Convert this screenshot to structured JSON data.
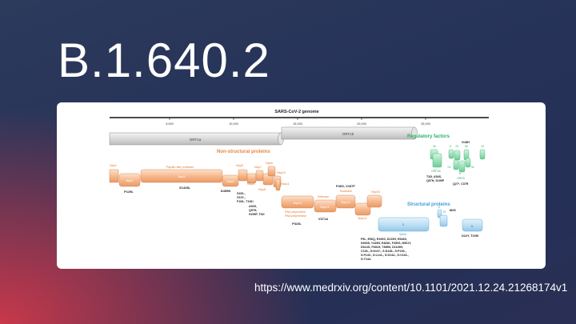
{
  "slide": {
    "title": "B.1.640.2",
    "source_url": "https://www.medrxiv.org/content/10.1101/2021.12.24.21268174v1"
  },
  "figure": {
    "genome_title": "SARS-CoV-2 genome",
    "axis_ticks": [
      "5,000",
      "10,000",
      "15,000",
      "20,000",
      "25,000"
    ],
    "orf1a": "ORF1a",
    "orf1b": "ORF1b",
    "nsp_heading": "Non-structural proteins",
    "nsp": {
      "nsp1": "Nsp1",
      "nsp2": "Nsp2",
      "nsp3": "Nsp3",
      "nsp4": "Nsp4",
      "nsp5": "Nsp5",
      "nsp6": "Nsp6",
      "nsp7": "Nsp7",
      "nsp8": "Nsp8",
      "nsp9": "Nsp9",
      "nsp10": "Nsp10",
      "nsp11": "Nsp11",
      "nsp12": "Nsp12",
      "nsp13": "Nsp13",
      "nsp14": "Nsp14",
      "nsp15": "Nsp15",
      "nsp16": "Nsp16"
    },
    "nsp_notes": {
      "papain": "Papain-like protease",
      "helicase": "Helicase",
      "nuclease": "Nuclease",
      "rdrp_1": "RNA-dependent",
      "rdrp_2": "RNA polymerase"
    },
    "mutations": {
      "nsp2": "P129L",
      "nsp3": "S1428L",
      "nsp4": "D459N",
      "nsp6": [
        "S106-,",
        "G107-,",
        "F108-, T181I"
      ],
      "nsp8": [
        "A54S,",
        "Q57H,",
        "S195P, T32I"
      ],
      "nsp12": "P323L",
      "nsp13": "V371A",
      "nsp14": [
        "P46S, V437F"
      ]
    },
    "regulatory_heading": "Regulatory factors",
    "regulatory": {
      "g18h": "G18H",
      "labels": [
        "3b",
        "6",
        "7b",
        "9b",
        "10",
        "ORF3a",
        "7a",
        "8",
        "9c",
        "ORF8"
      ],
      "orf3a_mut": [
        "T32I, A54S,",
        "Q57H, S195P"
      ],
      "orf8_mut": [
        "Q27*, C37R"
      ]
    },
    "structural_heading": "Structural proteins",
    "structural": {
      "s": "S",
      "spike": "Spike",
      "e": "E",
      "m": "M",
      "n": "N",
      "m_mut": "I82S",
      "n_mut": "D22Y, T205I",
      "spike_mut": [
        "P9L,   E96Q,   R190S,  D215H,  R346S,",
        "N394S, Y449N, E484K, F490S, N501Y,",
        "D614G, P681H, T859N, D1139H,",
        "C136-,  S:N137-,  S:D138-,  S:P139-,",
        "S:F140-,  S:L141-,  S:G142-,  S:V143-,",
        "S:Y144-"
      ]
    }
  }
}
